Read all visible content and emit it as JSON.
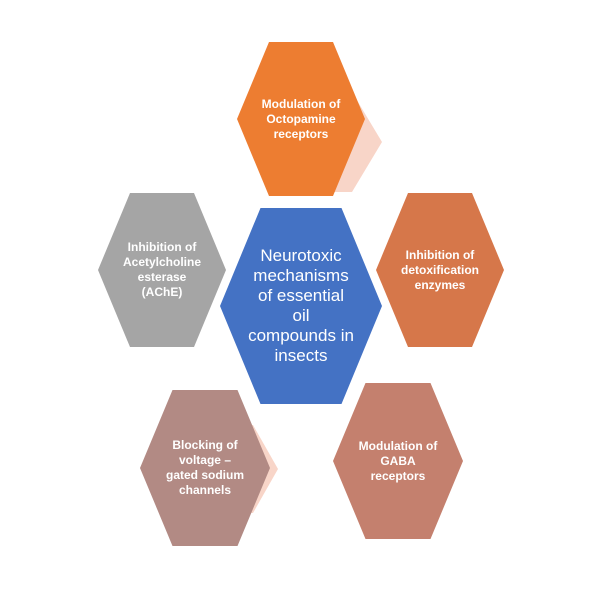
{
  "diagram": {
    "center": {
      "text": "Neurotoxic\nmechanisms\nof essential\noil\ncompounds in\ninsects",
      "color": "#4472C4"
    },
    "nodes": [
      {
        "id": "octopamine",
        "text": "Modulation of\nOctopamine\nreceptors",
        "color": "#ED7D31"
      },
      {
        "id": "detox",
        "text": "Inhibition of\ndetoxification\nenzymes",
        "color": "#D6774A"
      },
      {
        "id": "gaba",
        "text": "Modulation of\nGABA\nreceptors",
        "color": "#C4806E"
      },
      {
        "id": "sodium",
        "text": "Blocking of\nvoltage –\ngated sodium\nchannels",
        "color": "#B28A84"
      },
      {
        "id": "ache",
        "text": "Inhibition of\nAcetylcholine\nesterase\n(AChE)",
        "color": "#A5A5A5"
      }
    ],
    "accent_shadow_color": "#F8D5C8"
  }
}
